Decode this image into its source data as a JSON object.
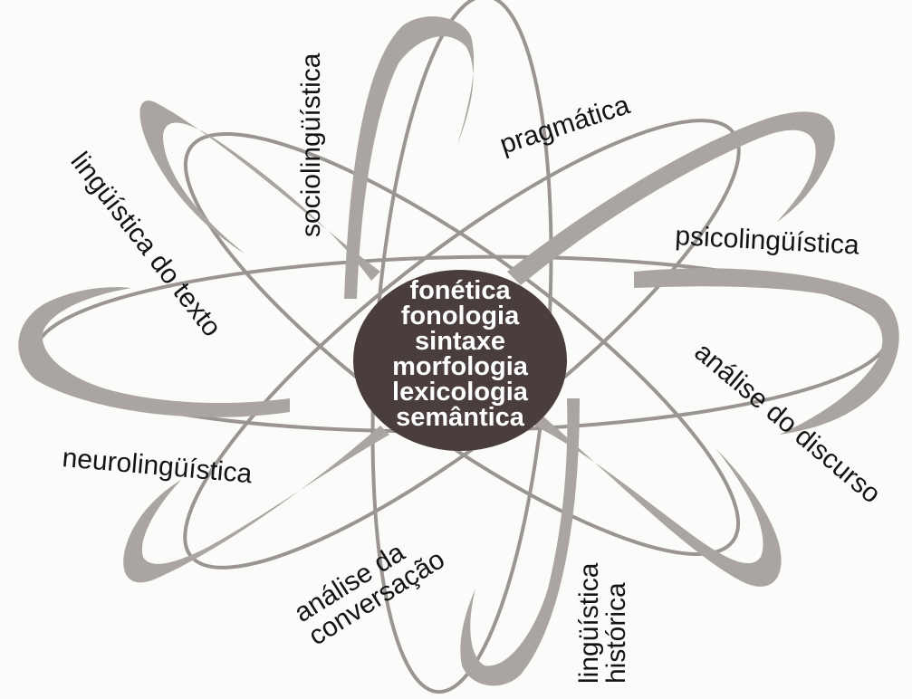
{
  "nucleus": {
    "items": [
      "fonética",
      "fonologia",
      "sintaxe",
      "morfologia",
      "lexicologia",
      "semântica"
    ]
  },
  "fields": {
    "sociolinguistica": "sociolingüística",
    "pragmatica": "pragmática",
    "psicolinguistica": "psicolingüística",
    "analise_discurso": "análise do discurso",
    "linguistica_historica": [
      "lingüística",
      "histórica"
    ],
    "analise_conversacao": [
      "análise da",
      "conversação"
    ],
    "neurolinguistica": "neurolingüística",
    "linguistica_texto": "lingüística do texto"
  }
}
